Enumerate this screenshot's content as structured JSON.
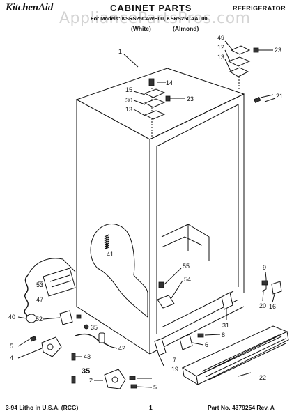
{
  "header": {
    "brand": "KitchenAid",
    "watermark": "AppliancePartsPros.com",
    "title": "CABINET PARTS",
    "category": "REFRIGERATOR",
    "models": "For Models: KSRS25CAWH00, KSRS25CAAL00",
    "white": "(White)",
    "almond": "(Almond)"
  },
  "footer": {
    "left": "3-94 Litho in U.S.A. (RCG)",
    "page": "1",
    "right": "Part No. 4379254 Rev. A"
  },
  "callouts": {
    "c1": "1",
    "c2": "2",
    "c4": "4",
    "c5a": "5",
    "c5b": "5",
    "c6": "6",
    "c7": "7",
    "c8": "8",
    "c9": "9",
    "c12": "12",
    "c13a": "13",
    "c13b": "13",
    "c14": "14",
    "c15": "15",
    "c16": "16",
    "c19": "19",
    "c20": "20",
    "c21": "21",
    "c22": "22",
    "c23a": "23",
    "c23b": "23",
    "c30": "30",
    "c31": "31",
    "c35a": "35",
    "c35b": "35",
    "c40": "40",
    "c41": "41",
    "c42": "42",
    "c43": "43",
    "c47": "47",
    "c49": "49",
    "c52": "52",
    "c53": "53",
    "c54": "54",
    "c55": "55"
  }
}
